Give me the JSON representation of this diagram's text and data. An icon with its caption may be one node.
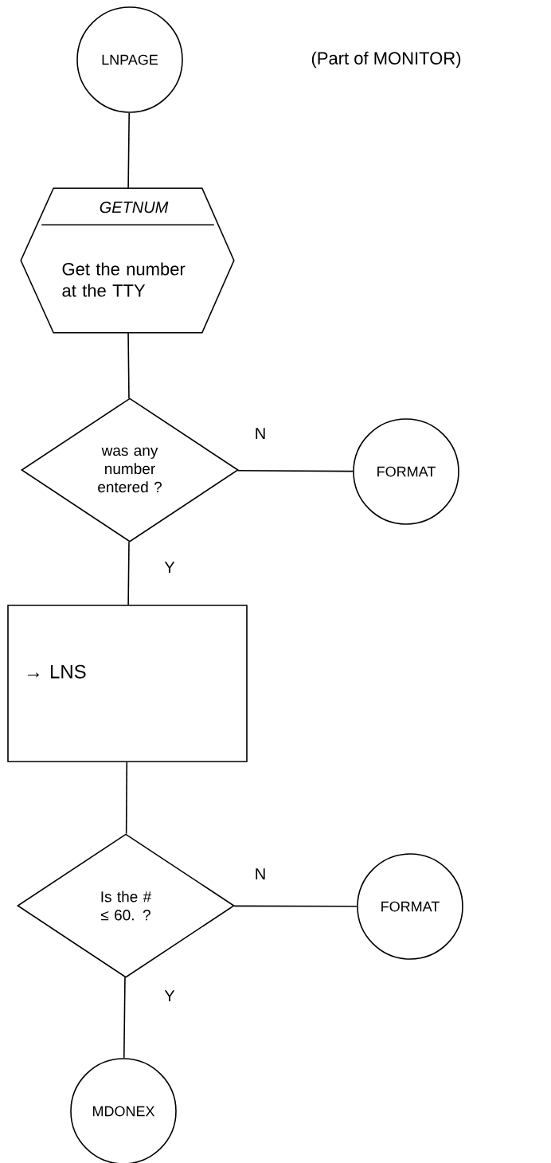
{
  "diagram": {
    "nodes": [
      {
        "text": [
          "LNPAGE"
        ]
      },
      {
        "text": [
          "GETNUM",
          "Get the number at the TTY"
        ]
      },
      {
        "text": [
          "was any number entered ?"
        ]
      },
      {
        "text": [
          "FORMAT"
        ]
      },
      {
        "text": [
          "→ LNS"
        ]
      },
      {
        "text": [
          "Is the # ≤ 60. ?"
        ]
      },
      {
        "text": [
          "FORMAT"
        ]
      },
      {
        "text": [
          "MDONEX"
        ]
      }
    ],
    "edges": [
      {
        "from": 0,
        "to": 1,
        "arrow": "none"
      },
      {
        "from": 1,
        "to": 2,
        "arrow": "none"
      },
      {
        "from": 2,
        "to": 3,
        "arrow": "none",
        "label": "N"
      },
      {
        "from": 2,
        "to": 4,
        "arrow": "none",
        "label": "Y"
      },
      {
        "from": 4,
        "to": 5,
        "arrow": "none"
      },
      {
        "from": 5,
        "to": 6,
        "arrow": "none",
        "label": "N"
      },
      {
        "from": 5,
        "to": 7,
        "arrow": "none",
        "label": "Y"
      }
    ],
    "labels": [
      "(Part of MONITOR)"
    ]
  }
}
